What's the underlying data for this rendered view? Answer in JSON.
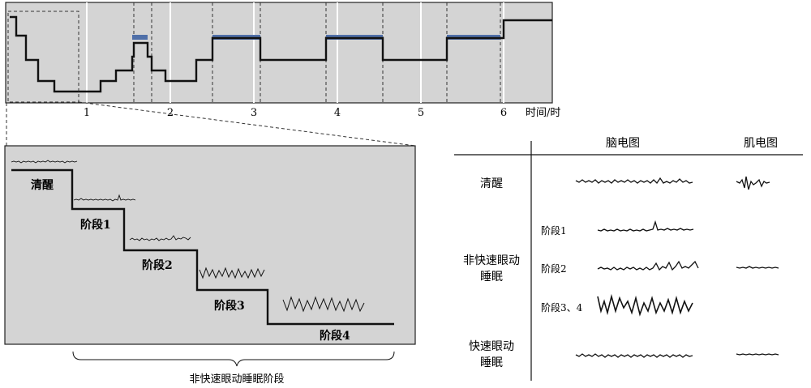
{
  "figure": {
    "time_ticks": [
      "1",
      "2",
      "3",
      "4",
      "5",
      "6"
    ],
    "x_axis_label": "时间/时",
    "zoom_stages": [
      "清醒",
      "阶段1",
      "阶段2",
      "阶段3",
      "阶段4"
    ],
    "nrem_brace_label": "非快速眼动睡眠阶段",
    "hypnogram_levels": [
      {
        "t": 0.0,
        "stage": "清醒"
      },
      {
        "t": 0.1,
        "stage": "阶段1"
      },
      {
        "t": 0.25,
        "stage": "阶段2"
      },
      {
        "t": 0.35,
        "stage": "阶段3"
      },
      {
        "t": 0.55,
        "stage": "阶段4"
      },
      {
        "t": 1.15,
        "stage": "阶段3"
      },
      {
        "t": 1.3,
        "stage": "阶段2"
      },
      {
        "t": 1.45,
        "stage": "阶段1"
      },
      {
        "t": 1.6,
        "stage": "REM"
      },
      {
        "t": 1.75,
        "stage": "阶段1"
      },
      {
        "t": 1.9,
        "stage": "阶段3"
      },
      {
        "t": 2.3,
        "stage": "阶段2"
      },
      {
        "t": 2.5,
        "stage": "REM"
      },
      {
        "t": 3.1,
        "stage": "阶段2"
      },
      {
        "t": 3.85,
        "stage": "REM"
      },
      {
        "t": 4.55,
        "stage": "阶段2"
      },
      {
        "t": 5.3,
        "stage": "REM"
      },
      {
        "t": 6.0,
        "stage": "清醒"
      }
    ]
  },
  "table": {
    "col_eeg": "脑电图",
    "col_emg": "肌电图",
    "row_wake": "清醒",
    "row_nrem_line1": "非快速眼动",
    "row_nrem_line2": "睡眠",
    "row_rem_line1": "快速眼动",
    "row_rem_line2": "睡眠",
    "sub_stage1": "阶段1",
    "sub_stage2": "阶段2",
    "sub_stage34": "阶段3、4"
  },
  "colors": {
    "panel_bg": "#d4d4d4",
    "rem_bar": "#4f6fa8",
    "line": "#111111"
  }
}
